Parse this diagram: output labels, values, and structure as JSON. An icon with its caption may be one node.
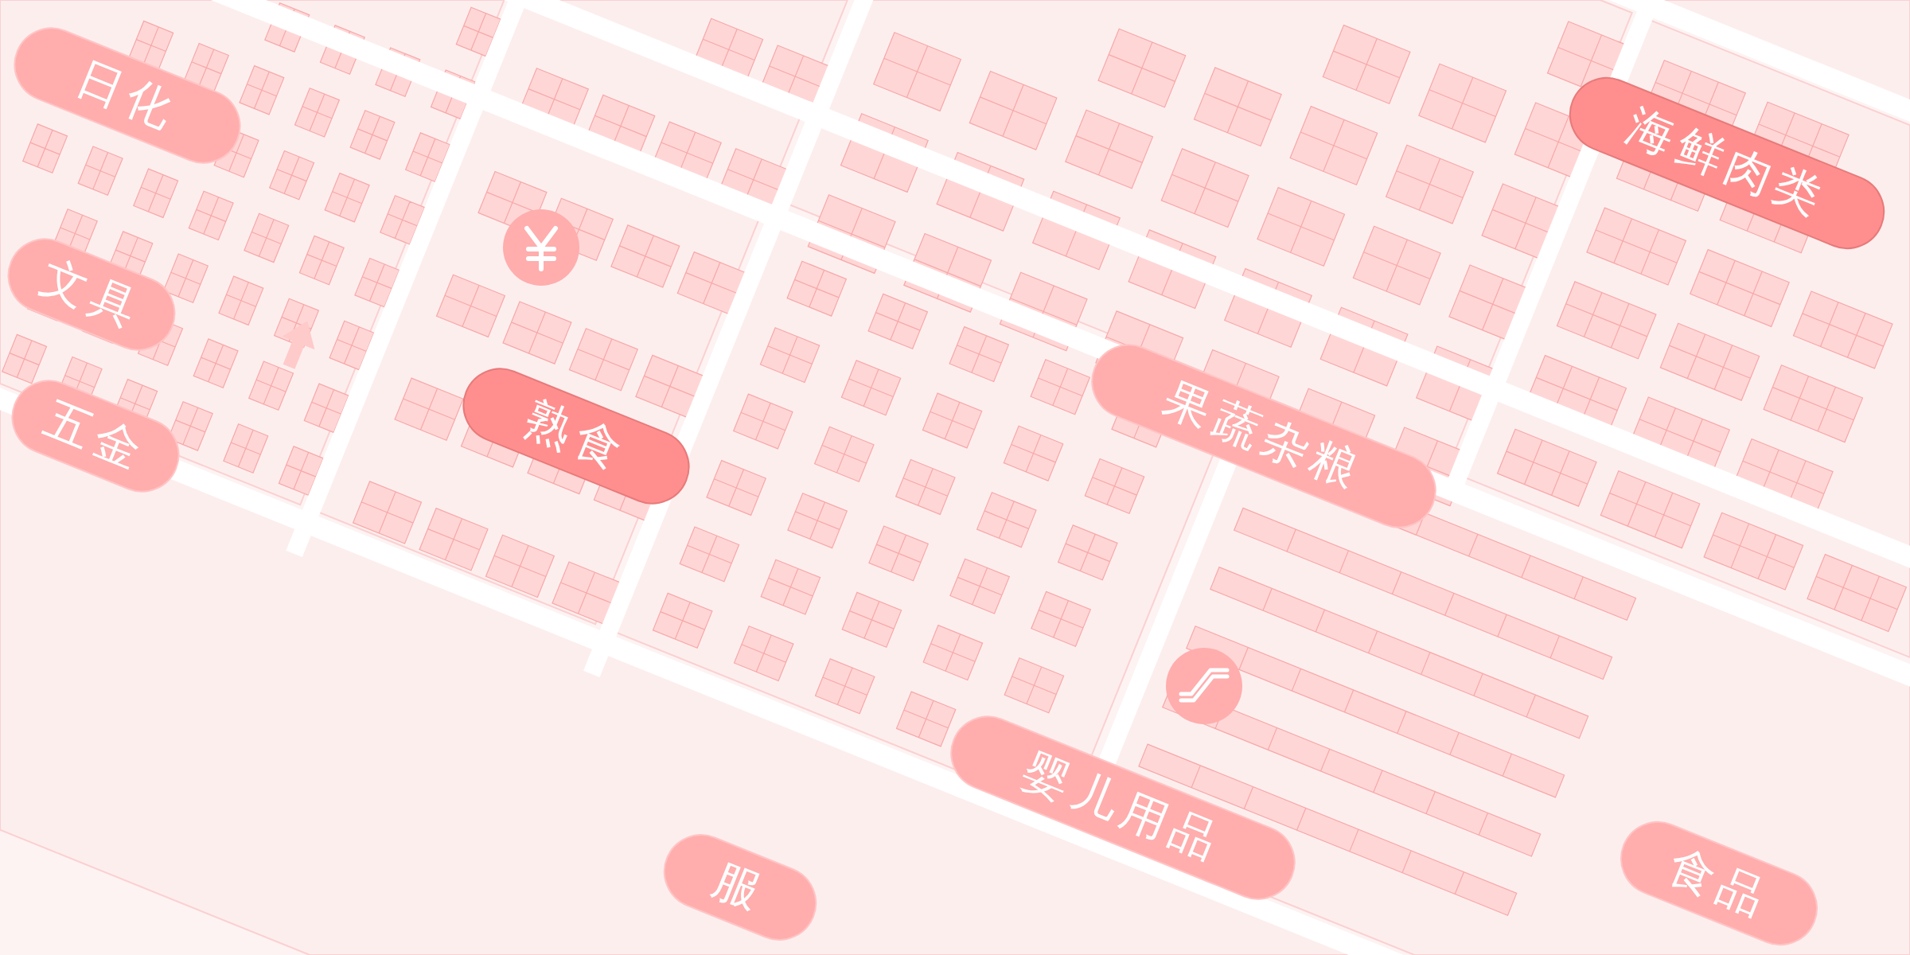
{
  "diagram": {
    "nodes": [
      {
        "text": [
          "日化"
        ]
      },
      {
        "text": [
          "文具"
        ]
      },
      {
        "text": [
          "五金"
        ]
      },
      {
        "text": [
          "熟食"
        ]
      },
      {
        "text": [
          "果蔬杂粮"
        ]
      },
      {
        "text": [
          "海鲜肉类"
        ]
      },
      {
        "text": [
          "婴儿用品"
        ]
      },
      {
        "text": [
          "食品"
        ]
      },
      {
        "text": [
          "服"
        ]
      }
    ],
    "edges": []
  }
}
